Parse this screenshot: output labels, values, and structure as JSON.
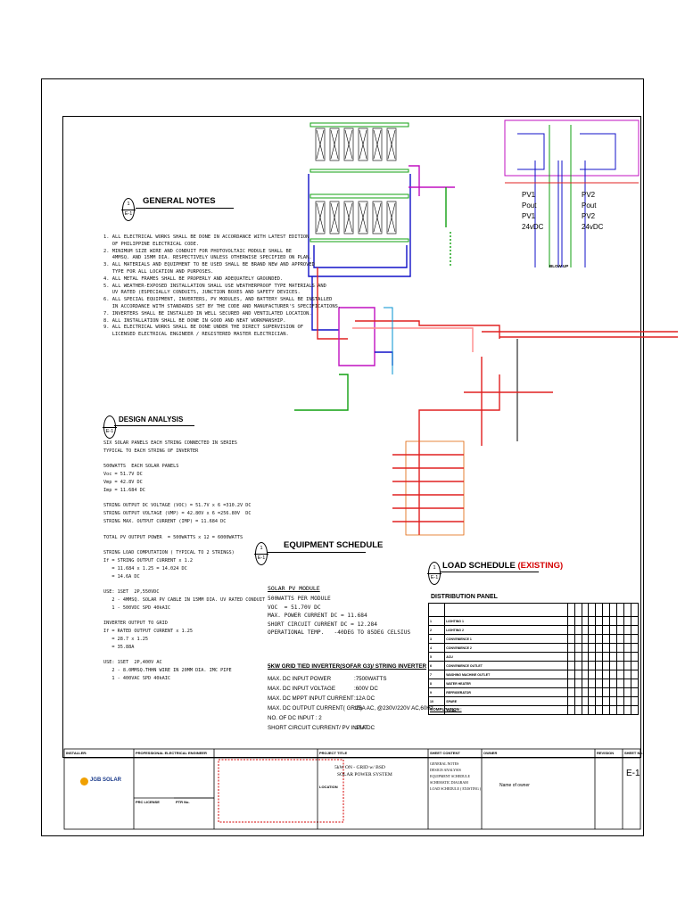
{
  "general_notes": {
    "bubble_num": "1",
    "bubble_ref": "E-1",
    "title": "GENERAL NOTES",
    "items": [
      "1. ALL ELECTRICAL WORKS SHALL BE DONE IN ACCORDANCE WITH LATEST EDITION",
      "   OF PHILIPPINE ELECTRICAL CODE.",
      "2. MINIMUM SIZE WIRE AND CONDUIT FOR PHOTOVOLTAIC MODULE SHALL BE",
      "   4MMSQ. AND 15MM DIA. RESPECTIVELY UNLESS OTHERWISE SPECIFIED ON PLAN.",
      "3. ALL MATERIALS AND EQUIPMENT TO BE USED SHALL BE BRAND NEW AND APPROVED",
      "   TYPE FOR ALL LOCATION AND PURPOSES.",
      "4. ALL METAL FRAMES SHALL BE PROPERLY AND ADEQUATELY GROUNDED.",
      "5. ALL WEATHER-EXPOSED INSTALLATION SHALL USE WEATHERPROOF TYPE MATERIALS AND",
      "   UV RATED (ESPECIALLY CONDUITS, JUNCTION BOXES AND SAFETY DEVICES.",
      "6. ALL SPECIAL EQUIPMENT, INVERTERS, PV MODULES, AND BATTERY SHALL BE INSTALLED",
      "   IN ACCORDANCE WITH STANDARDS SET BY THE CODE AND MANUFACTURER'S SPECIFICATIONS.",
      "7. INVERTERS SHALL BE INSTALLED IN WELL SECURED AND VENTILATED LOCATION.",
      "8. ALL INSTALLATION SHALL BE DONE IN GOOD AND NEAT WORKMANSHIP.",
      "9. ALL ELECTRICAL WORKS SHALL BE DONE UNDER THE DIRECT SUPERVISION OF",
      "   LICENSED ELECTRICAL ENGINEER / REGISTERED MASTER ELECTRICIAN."
    ]
  },
  "design_analysis": {
    "bubble_ref": "E-1",
    "title": "DESIGN ANALYSIS",
    "lines": [
      "SIX SOLAR PANELS EACH STRING CONNECTED IN SERIES",
      "TYPICAL TO EACH STRING OF INVERTER",
      "",
      "500WATTS  EACH SOLAR PANELS",
      "Voc = 51.7V DC",
      "Vmp = 42.8V DC",
      "Imp = 11.684 DC",
      "",
      "STRING OUTPUT DC VOLTAGE (VOC) = 51.7V x 6 =310.2V DC",
      "STRING OUTPUT VOLTAGE (VMP) = 42.80V x 6 =256.80V  DC",
      "STRING MAX. OUTPUT CURRENT (IMP) = 11.684 DC",
      "",
      "TOTAL PV OUTPUT POWER  = 500WATTS x 12 = 6000WATTS",
      "",
      "STRING LOAD COMPUTATION ( TYPICAL TO 2 STRINGS)",
      "If = STRING OUTPUT CURRENT x 1.2",
      "   = 11.684 x 1.25 = 14.024 DC",
      "   = 14.6A DC",
      "",
      "USE: 1SET  2P,550VDC",
      "   2 - 4MMSQ. SOLAR PV CABLE IN 15MM DIA. UV RATED CONDUIT",
      "   1 - 500VDC SPD 40kAIC",
      "",
      "INVERTER OUTPUT TO GRID",
      "If = RATED OUTPUT CURRENT x 1.25",
      "   = 28.7 x 1.25",
      "   = 35.88A",
      "",
      "USE: 1SET  2P,400V AC",
      "   2 - 8.0MMSQ.THHN WIRE IN 20MM DIA. IMC PIPE",
      "   1 - 400VAC SPD 40kAIC"
    ]
  },
  "equipment_schedule": {
    "bubble_num": "1",
    "bubble_ref": "E-1",
    "title": "EQUIPMENT SCHEDULE",
    "module_header": "SOLAR PV MODULE",
    "module_lines": [
      "500WATTS PER MODULE",
      "VOC  = 51.70V DC",
      "MAX. POWER CURRENT DC = 11.684",
      "SHORT CIRCUIT CURRENT DC = 12.284",
      "OPERATIONAL TEMP.   -40DEG TO 85DEG CELSIUS"
    ],
    "inverter_header": "5KW GRID TIED INVERTER(SOFAR G3)/ STRING INVERTER",
    "inverter_rows": [
      [
        "MAX. DC INPUT POWER",
        ":7500WATTS"
      ],
      [
        "MAX. DC INPUT VOLTAGE",
        ":600V DC"
      ],
      [
        "MAX. DC MPPT INPUT CURRENT",
        ":12A DC"
      ],
      [
        "MAX. DC OUTPUT CURRENT( GRID)",
        ":25A AC, @230V/220V AC,60Hz"
      ],
      [
        "NO. OF DC INPUT  :  2",
        ""
      ],
      [
        "SHORT CIRCUIT CURRENT/ PV INPUT",
        ":15A DC"
      ]
    ]
  },
  "load_schedule": {
    "bubble_num": "1",
    "bubble_ref": "E-1",
    "title": "LOAD SCHEDULE",
    "title_suffix": "(EXISTING)",
    "panel_title": "DISTRIBUTION PANEL",
    "rows": [
      "LIGHTING 1",
      "LIGHTING 2",
      "CONVENIENCE 1",
      "CONVENIENCE 2",
      "ACU",
      "CONVENIENCE OUTLET",
      "WASHING MACHINE OUTLET",
      "WATER HEATER",
      "REFRIGERATOR",
      "SPARE"
    ],
    "total_label": "TOTAL",
    "computation_label": "COMPUTATION :"
  },
  "blowup": {
    "label": "BLOW UP",
    "left": [
      "PV1",
      "Pout",
      "PV1",
      "24vDC"
    ],
    "right": [
      "PV2",
      "Pout",
      "PV2",
      "24vDC"
    ]
  },
  "title_block": {
    "installer_label": "INSTALLER:",
    "engineer_label": "PROFESSIONAL ELECTRICAL ENGINEER",
    "project_title_label": "PROJECT TITLE",
    "sheet_content_label": "SHEET CONTENT",
    "owner_label": "OWNER",
    "revision_label": "REVISION",
    "sheet_no_label": "SHEET No.",
    "project_title_1": "5kW ON - GRID w/ BSD",
    "project_title_2": "SOLAR POWER SYSTEM",
    "location_label": "LOCATION",
    "sheet_contents": [
      "GENERAL NOTES",
      "DESIGN ANALYSIS",
      "EQUIPMENT SCHEDULE",
      "SCHEMATIC DIAGRAM",
      "LOAD SCHEDULE ( EXISTING )"
    ],
    "owner_name": "Name of owner",
    "sheet_no": "E-1",
    "ptr_label": "PTR No.",
    "prc_label": "PRC LICENSE",
    "logo_text": "JGB SOLAR",
    "colors": {
      "red_note": "#d40000",
      "wire_blue": "#1010c8",
      "wire_red": "#e02020",
      "wire_green": "#10a010",
      "wire_magenta": "#c010c0",
      "accent_orange": "#e06000"
    }
  }
}
